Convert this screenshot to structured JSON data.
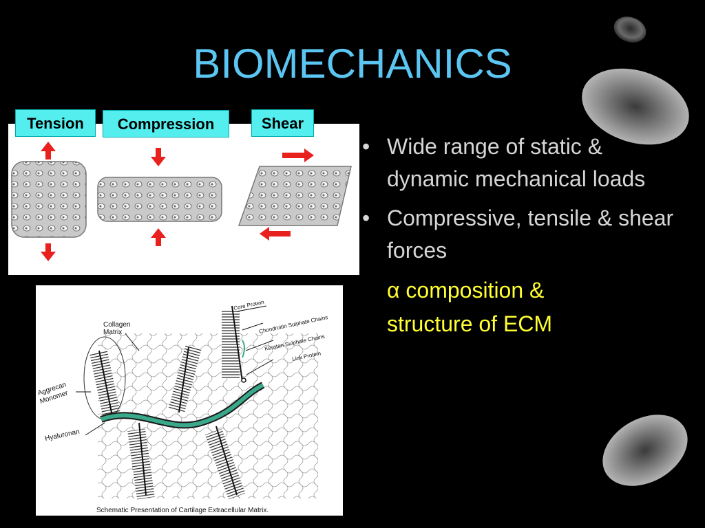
{
  "slide": {
    "title": "BIOMECHANICS",
    "colors": {
      "background": "#000000",
      "title": "#5cc6f2",
      "bullet_text": "#d6d6d6",
      "highlight": "#ffff33",
      "label_bg": "#55eeee",
      "arrow": "#e8201e"
    }
  },
  "force_figure": {
    "labels": {
      "tension": "Tension",
      "compression": "Compression",
      "shear": "Shear"
    }
  },
  "ecm_figure": {
    "labels": {
      "collagen_matrix_1": "Collagen",
      "collagen_matrix_2": "Matrix",
      "aggrecan_1": "Aggrecan",
      "aggrecan_2": "Monomer",
      "hyaluronan": "Hyaluronan",
      "core_protein": "Core Protein",
      "chondroitin": "Chondroitin Sulphate Chains",
      "keratan": "Keratan Sulphate Chains",
      "link_protein": "Link Protein"
    },
    "caption": "Schematic Presentation of Cartilage Extracellular Matrix."
  },
  "bullets": [
    {
      "marker": "•",
      "text": "Wide range of static & dynamic mechanical loads"
    },
    {
      "marker": "•",
      "text": "Compressive, tensile & shear forces"
    }
  ],
  "highlight": {
    "line1": "α composition &",
    "line2": "structure of  ECM"
  }
}
